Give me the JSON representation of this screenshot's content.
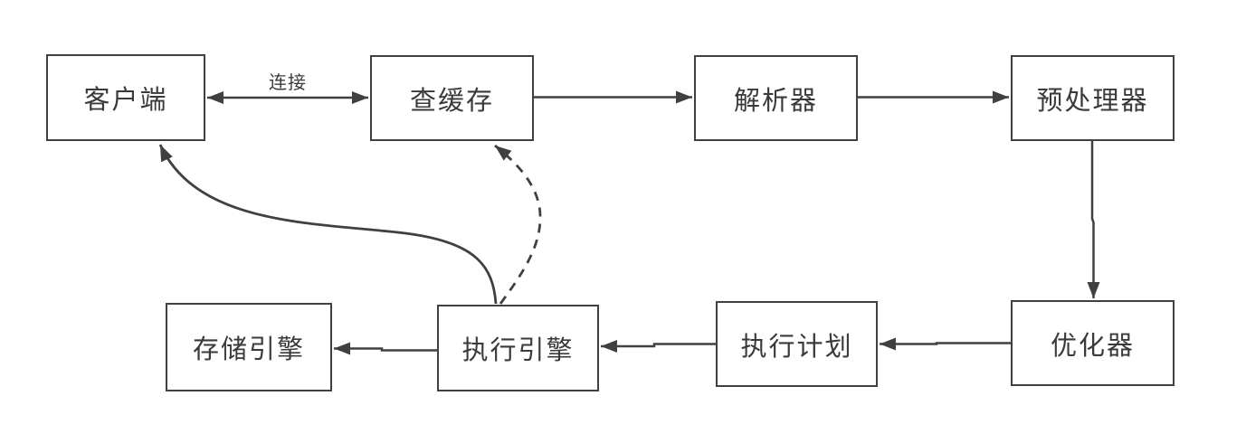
{
  "diagram": {
    "background_color": "#ffffff",
    "line_color": "#404040",
    "text_color": "#3a3a3a",
    "box_fill_color": "#ffffff",
    "nodes": {
      "client": {
        "label": "客户端"
      },
      "cache": {
        "label": "查缓存"
      },
      "parser": {
        "label": "解析器"
      },
      "preprocessor": {
        "label": "预处理器"
      },
      "optimizer": {
        "label": "优化器"
      },
      "plan": {
        "label": "执行计划"
      },
      "engine": {
        "label": "执行引擎"
      },
      "storage": {
        "label": "存储引擎"
      }
    },
    "edge_labels": {
      "client_cache": "连接"
    },
    "edges": [
      {
        "from": "客户端",
        "to": "查缓存",
        "direction": "bidirectional",
        "style": "solid",
        "label": "连接"
      },
      {
        "from": "查缓存",
        "to": "解析器",
        "direction": "forward",
        "style": "solid",
        "label": ""
      },
      {
        "from": "解析器",
        "to": "预处理器",
        "direction": "forward",
        "style": "solid",
        "label": ""
      },
      {
        "from": "预处理器",
        "to": "优化器",
        "direction": "forward",
        "style": "solid",
        "label": ""
      },
      {
        "from": "优化器",
        "to": "执行计划",
        "direction": "forward",
        "style": "solid",
        "label": ""
      },
      {
        "from": "执行计划",
        "to": "执行引擎",
        "direction": "forward",
        "style": "solid",
        "label": ""
      },
      {
        "from": "执行引擎",
        "to": "存储引擎",
        "direction": "forward",
        "style": "solid",
        "label": ""
      },
      {
        "from": "执行引擎",
        "to": "客户端",
        "direction": "forward",
        "style": "solid-curve",
        "label": ""
      },
      {
        "from": "执行引擎",
        "to": "查缓存",
        "direction": "forward",
        "style": "dashed-curve",
        "label": ""
      }
    ]
  }
}
